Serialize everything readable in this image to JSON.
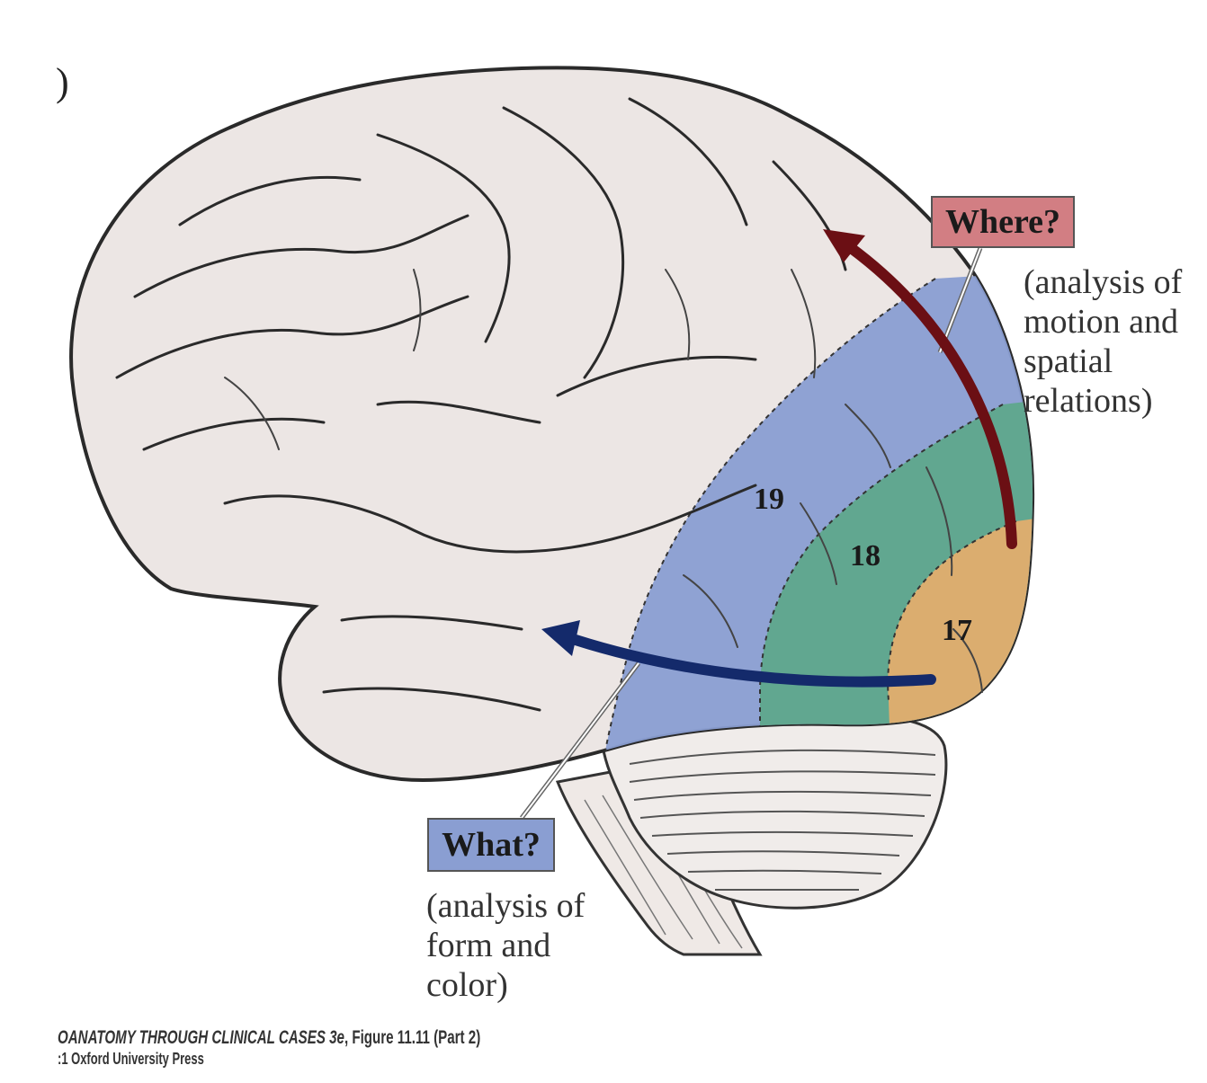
{
  "figure": {
    "corner_mark": ")",
    "areas": {
      "a19": "19",
      "a18": "18",
      "a17": "17"
    },
    "where": {
      "label": "Where?",
      "description": "(analysis of\nmotion and\nspatial\nrelations)",
      "color": "#d27e83",
      "arrow_color": "#6b0f14"
    },
    "what": {
      "label": "What?",
      "description": "(analysis of\nform and\ncolor)",
      "color": "#8a9ed2",
      "arrow_color": "#142a6b"
    },
    "colors": {
      "area19": "#8a9ed2",
      "area18": "#5fa88c",
      "area17": "#e2ad6e",
      "cortex": "#ece6e4",
      "cerebellum": "#f0ecea"
    },
    "credit": {
      "book_title": "OANATOMY THROUGH CLINICAL CASES 3e",
      "figure_ref": ", Figure 11.11 (Part 2)",
      "publisher": ":1 Oxford University Press"
    }
  }
}
